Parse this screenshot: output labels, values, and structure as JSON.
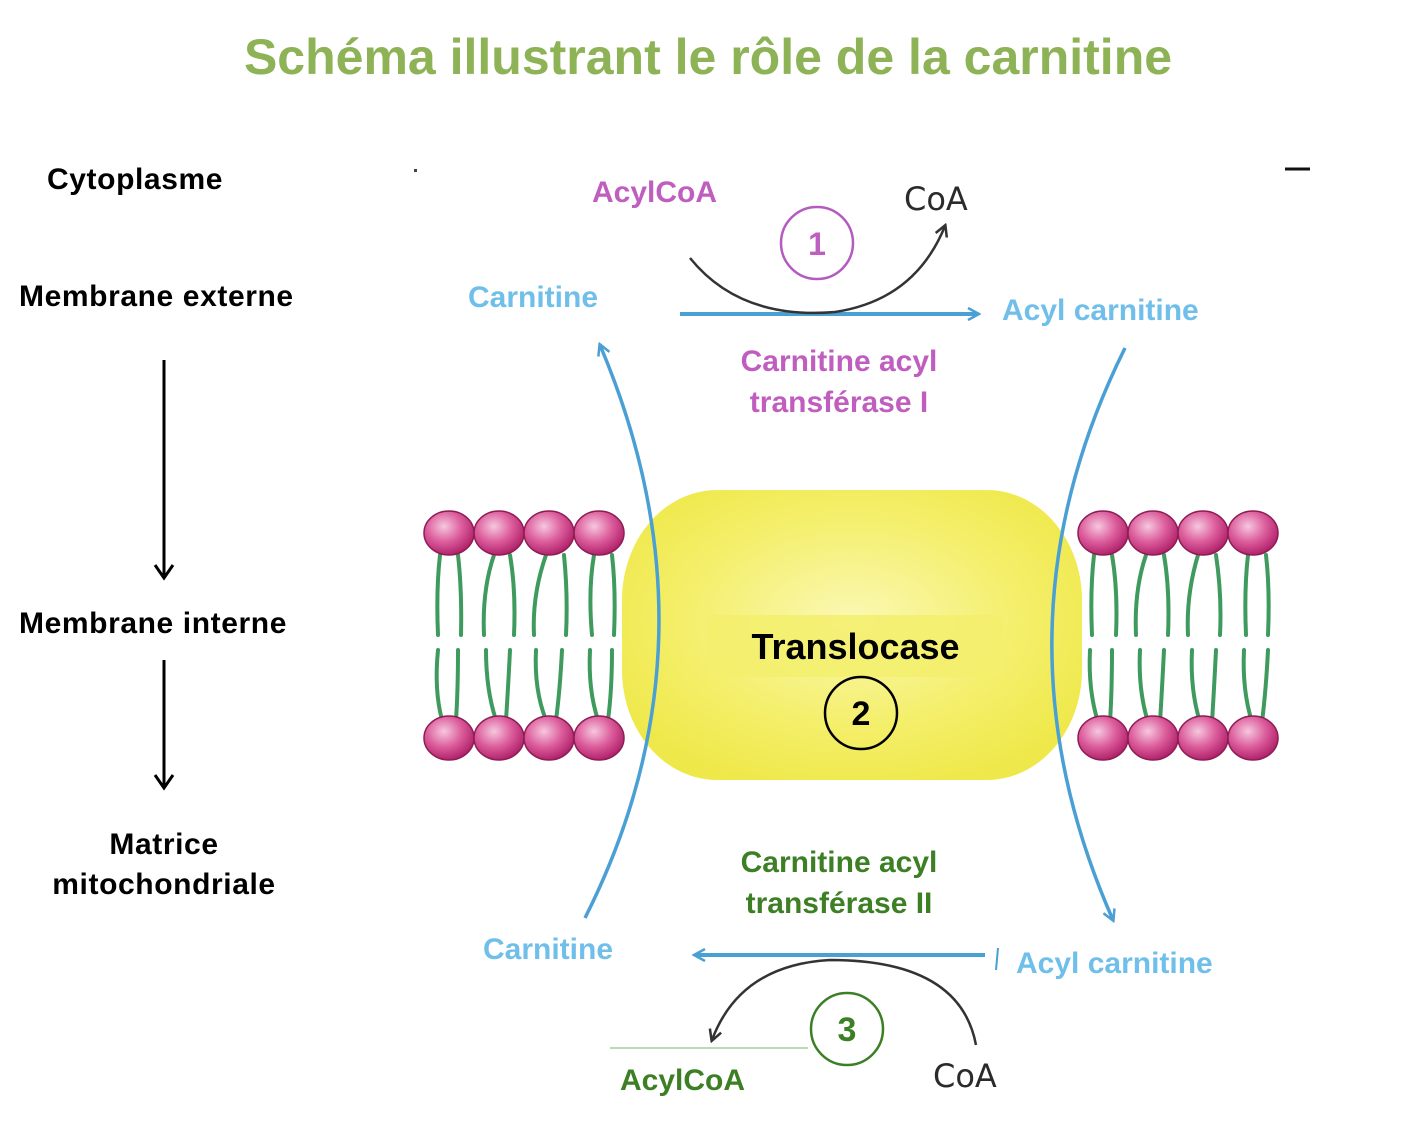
{
  "title": "Schéma illustrant le rôle de la carnitine",
  "compartments": {
    "cytoplasm": "Cytoplasme",
    "outer_membrane": "Membrane externe",
    "inner_membrane": "Membrane interne",
    "matrix_line1": "Matrice",
    "matrix_line2": "mitochondriale"
  },
  "step1": {
    "number": "1",
    "substrate": "AcylCoA",
    "released": "CoA",
    "input": "Carnitine",
    "output": "Acyl carnitine",
    "enzyme_line1": "Carnitine acyl",
    "enzyme_line2": "transférase I",
    "color": "#c05ec0"
  },
  "step2": {
    "number": "2",
    "enzyme": "Translocase",
    "color": "#000000"
  },
  "step3": {
    "number": "3",
    "substrate": "CoA",
    "released": "AcylCoA",
    "input": "Acyl carnitine",
    "output": "Carnitine",
    "enzyme_line1": "Carnitine acyl",
    "enzyme_line2": "transférase II",
    "color": "#3d7f24"
  },
  "colors": {
    "title": "#8db356",
    "metabolite": "#6fbfea",
    "transport_arrow": "#4a9fd4",
    "reaction_arrow": "#333333",
    "translocase_fill": "#f2ee5a",
    "lipid_head": "#d44a8f",
    "lipid_tail": "#3f9a5e"
  }
}
